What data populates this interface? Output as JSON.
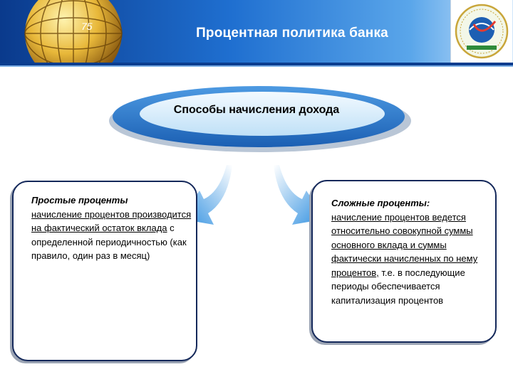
{
  "header": {
    "title": "Процентная политика банка"
  },
  "diagram": {
    "top_node": "Способы начисления дохода",
    "left": {
      "heading": "Простые проценты",
      "underlined_text": "начисление процентов производится на фактический остаток вклада",
      "plain_text": " с определенной периодичностью (как правило, один раз в месяц)"
    },
    "right": {
      "heading": "Сложные проценты:",
      "underlined_text": "начисление процентов ведется относительно совокупной суммы основного вклада и суммы фактически начисленных по нему процентов,",
      "plain_text": " т.е. в последующие периоды обеспечивается капитализация процентов"
    }
  },
  "colors": {
    "header_dark": "#0a3a8c",
    "header_light": "#5aa6ea",
    "ellipse_fill": "#2f7fd3",
    "ellipse_inner": "#d7ecfb",
    "arrow": "#3b9be0",
    "box_border": "#14285a"
  },
  "icons": [
    "globe-icon",
    "bank-emblem-icon"
  ]
}
